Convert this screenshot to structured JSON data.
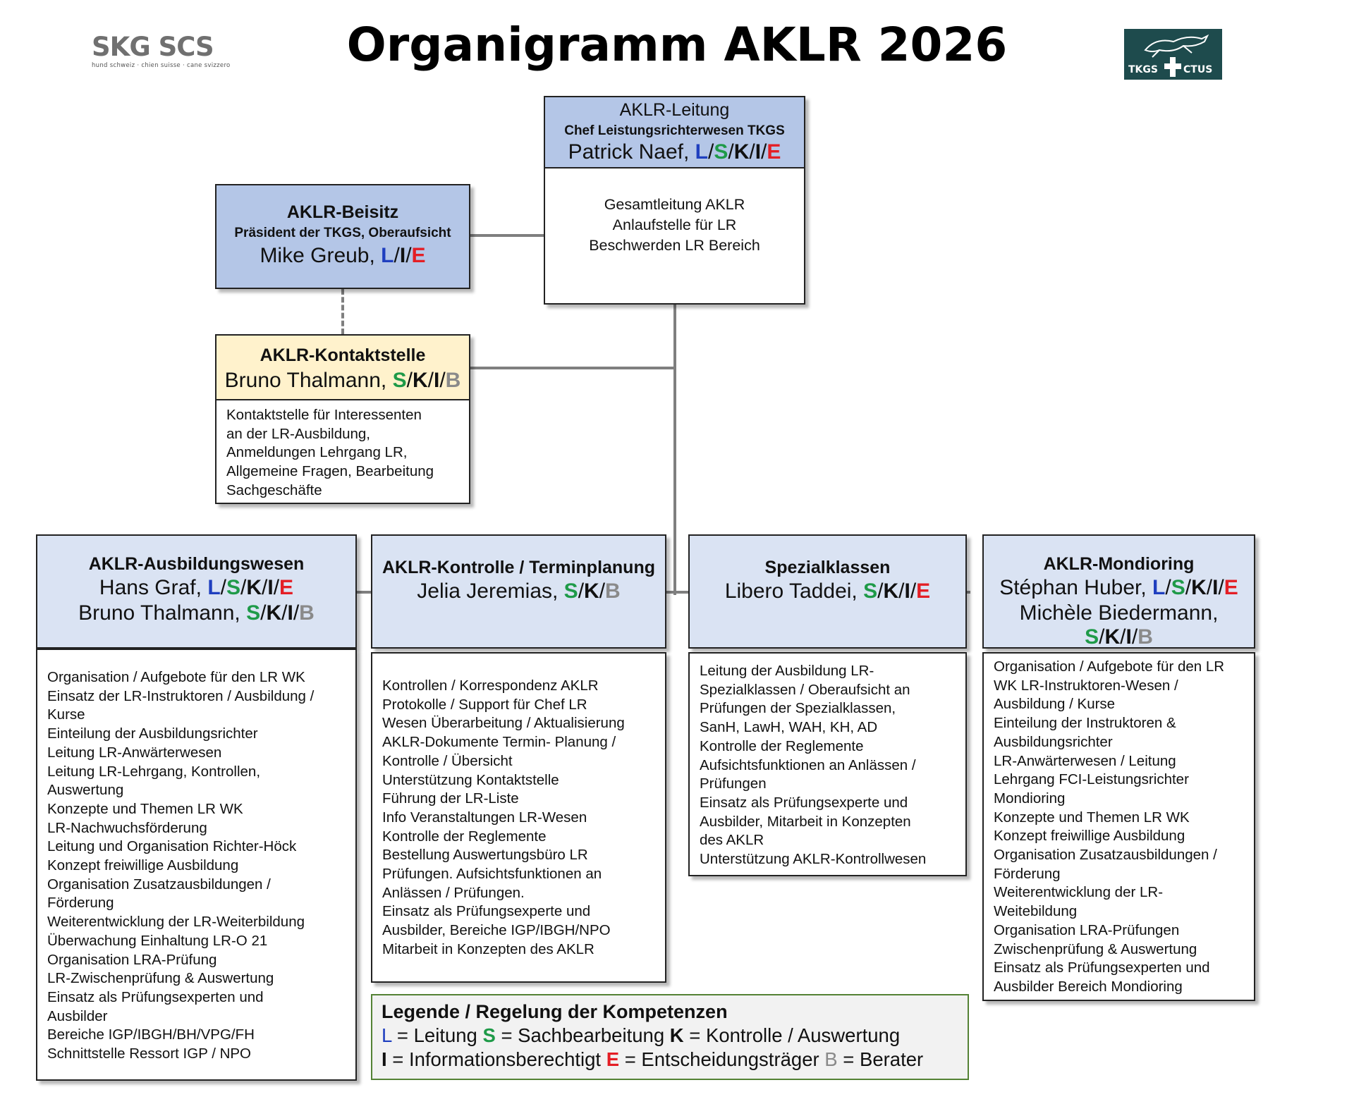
{
  "title": "Organigramm AKLR 2026",
  "logos": {
    "left_text": "SKG SCS",
    "left_sub": "hund schweiz · chien suisse · cane svizzero",
    "right_left": "TKGS",
    "right_right": "CTUS"
  },
  "colors": {
    "L": "#1f3fbf",
    "S": "#1e9a48",
    "K": "#111111",
    "I": "#111111",
    "E": "#e41e25",
    "B": "#8a8a8a",
    "header_blue": "#b4c6e7",
    "header_light": "#dae3f3",
    "header_yellow": "#fff2cc",
    "legend_border": "#548235"
  },
  "leitung": {
    "title": "AKLR-Leitung",
    "subtitle": "Chef Leistungsrichterwesen TKGS",
    "name": "Patrick Naef, ",
    "tasks": [
      "Gesamtleitung AKLR",
      "Anlaufstelle für LR",
      "Beschwerden LR Bereich"
    ]
  },
  "beisitz": {
    "title": "AKLR-Beisitz",
    "subtitle": "Präsident der TKGS, Oberaufsicht",
    "name": "Mike Greub, "
  },
  "kontaktstelle": {
    "title": "AKLR-Kontaktstelle",
    "name": "Bruno Thalmann, ",
    "tasks": [
      "Kontaktstelle für Interessenten",
      "an der LR-Ausbildung,",
      "Anmeldungen Lehrgang LR,",
      "Allgemeine Fragen, Bearbeitung",
      "Sachgeschäfte"
    ]
  },
  "ausbildung": {
    "title": "AKLR-Ausbildungswesen",
    "name1": "Hans Graf, ",
    "name2": "Bruno Thalmann, ",
    "tasks": [
      "Organisation / Aufgebote für den LR WK",
      "Einsatz der LR-Instruktoren / Ausbildung /",
      "Kurse",
      "Einteilung der Ausbildungsrichter",
      "Leitung LR-Anwärterwesen",
      "Leitung LR-Lehrgang, Kontrollen,",
      "Auswertung",
      "Konzepte und Themen LR WK",
      "LR-Nachwuchsförderung",
      "Leitung und Organisation Richter-Höck",
      "Konzept freiwillige Ausbildung",
      "Organisation Zusatzausbildungen /",
      "Förderung",
      "Weiterentwicklung der LR-Weiterbildung",
      "Überwachung Einhaltung LR-O 21",
      "Organisation LRA-Prüfung",
      "LR-Zwischenprüfung & Auswertung",
      "Einsatz als Prüfungsexperten und",
      "Ausbilder",
      "Bereiche IGP/IBGH/BH/VPG/FH",
      "Schnittstelle Ressort IGP / NPO"
    ]
  },
  "kontrolle": {
    "title": "AKLR-Kontrolle / Terminplanung",
    "name": "Jelia Jeremias, ",
    "tasks": [
      "Kontrollen / Korrespondenz AKLR",
      "Protokolle / Support für Chef LR",
      "Wesen Überarbeitung / Aktualisierung",
      "AKLR-Dokumente Termin- Planung /",
      "Kontrolle / Übersicht",
      "Unterstützung Kontaktstelle",
      "Führung der LR-Liste",
      "Info Veranstaltungen LR-Wesen",
      "Kontrolle der Reglemente",
      "Bestellung Auswertungsbüro LR",
      "Prüfungen. Aufsichtsfunktionen an",
      "Anlässen / Prüfungen.",
      "Einsatz als Prüfungsexperte und",
      "Ausbilder, Bereiche IGP/IBGH/NPO",
      "Mitarbeit in Konzepten des AKLR"
    ]
  },
  "spezial": {
    "title": "Spezialklassen",
    "name": "Libero Taddei, ",
    "tasks": [
      "Leitung der Ausbildung LR-",
      "Spezialklassen /  Oberaufsicht an",
      "Prüfungen der Spezialklassen,",
      "SanH, LawH, WAH, KH, AD",
      "Kontrolle der Reglemente",
      "Aufsichtsfunktionen an Anlässen /",
      "Prüfungen",
      "Einsatz als Prüfungsexperte und",
      "Ausbilder, Mitarbeit in Konzepten",
      "des AKLR",
      "Unterstützung AKLR-Kontrollwesen"
    ]
  },
  "mondioring": {
    "title": "AKLR-Mondioring",
    "name1": "Stéphan Huber, ",
    "name2": "Michèle Biedermann, ",
    "tasks": [
      "Organisation / Aufgebote für den LR",
      "WK LR-Instruktoren-Wesen /",
      "Ausbildung / Kurse",
      "Einteilung der Instruktoren &",
      "Ausbildungsrichter",
      "LR-Anwärterwesen / Leitung",
      "Lehrgang FCI-Leistungsrichter",
      "Mondioring",
      "Konzepte und Themen LR WK",
      "Konzept freiwillige Ausbildung",
      "Organisation Zusatzausbildungen /",
      "Förderung",
      "Weiterentwicklung der LR-",
      "Weitebildung",
      "Organisation LRA-Prüfungen",
      "Zwischenprüfung & Auswertung",
      "Einsatz als Prüfungsexperten und",
      "Ausbilder Bereich Mondioring"
    ]
  },
  "legend": {
    "title": "Legende / Regelung der Kompetenzen",
    "L_desc": " = Leitung ",
    "S_desc": " = Sachbearbeitung ",
    "K_desc": " = Kontrolle / Auswertung",
    "I_desc": " = Informationsberechtigt ",
    "E_desc": " = Entscheidungsträger ",
    "B_desc": " = Berater"
  },
  "codes": {
    "L": "L",
    "S": "S",
    "K": "K",
    "I": "I",
    "E": "E",
    "B": "B",
    "slash": "/"
  }
}
